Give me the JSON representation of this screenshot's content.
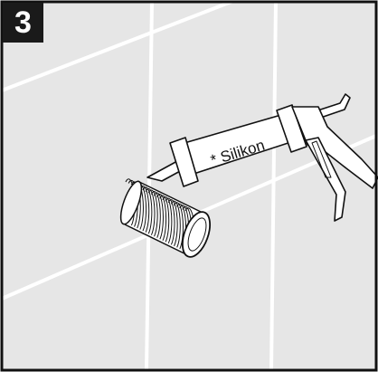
{
  "step": {
    "number": "3"
  },
  "figure": {
    "gun_label": "* Silikon",
    "colors": {
      "frame": "#111111",
      "wall": "#e6e6e6",
      "grout": "#ffffff",
      "ink": "#111111",
      "badge": "#1a1a1a"
    },
    "icons": [
      "caulking-gun-icon",
      "pipe-icon",
      "wall-tiles"
    ]
  }
}
